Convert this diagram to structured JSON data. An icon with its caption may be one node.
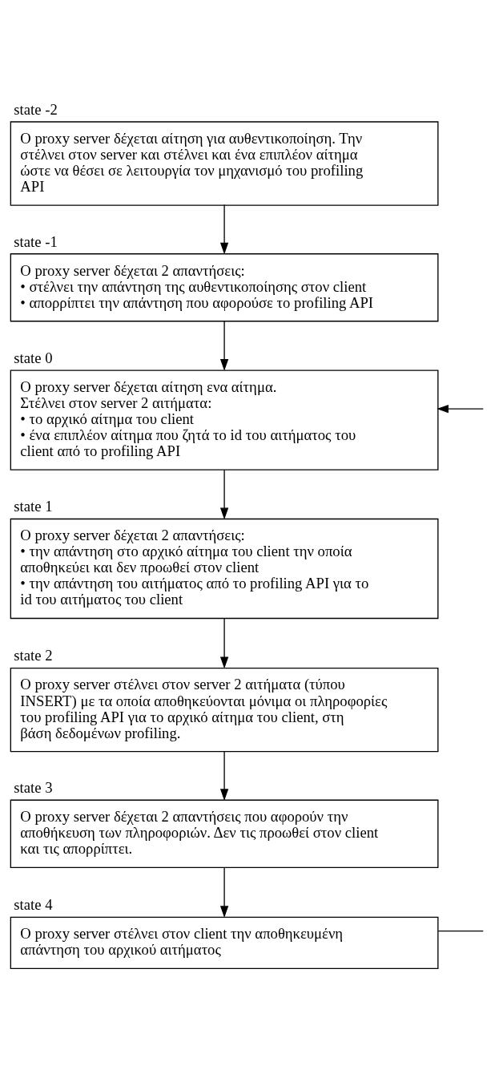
{
  "diagram": {
    "nodes": [
      {
        "text": [
          "state -2",
          "Ο proxy server δέχεται αίτηση για αυθεντικοποίηση. Την στέλνει στον server και στέλνει και ένα επιπλέον αίτημα ώστε να θέσει σε λειτουργία τον μηχανισμό του profiling API"
        ]
      },
      {
        "text": [
          "state -1",
          "Ο proxy server δέχεται 2 απαντήσεις:",
          "• στέλνει την απάντηση της αυθεντικοποίησης στον client",
          "• απορρίπτει την απάντηση που αφορούσε το profiling API"
        ]
      },
      {
        "text": [
          "state 0",
          "Ο proxy server δέχεται αίτηση ενα αίτημα.",
          "Στέλνει στον server 2 αιτήματα:",
          "• το αρχικό αίτημα του client",
          "• ένα επιπλέον αίτημα που ζητά το id του αιτήματος του client από το profiling API"
        ]
      },
      {
        "text": [
          "state 1",
          "Ο proxy server δέχεται 2 απαντήσεις:",
          "• την απάντηση στο αρχικό αίτημα του client την οποία αποθηκεύει και δεν προωθεί στον client",
          "• την απάντηση του αιτήματος από το profiling API για το id του αιτήματος του client"
        ]
      },
      {
        "text": [
          "state 2",
          "Ο proxy server στέλνει στον server 2 αιτήματα (τύπου INSERT) με τα οποία αποθηκεύονται μόνιμα οι πληροφορίες του profiling API για το αρχικό αίτημα του client, στη βάση δεδομένων profiling."
        ]
      },
      {
        "text": [
          "state 3",
          "Ο proxy server δέχεται 2 απαντήσεις που αφορούν την αποθήκευση των πληροφοριών. Δεν τις προωθεί στον client και τις απορρίπτει."
        ]
      },
      {
        "text": [
          "state 4",
          "Ο proxy server στέλνει στον client την αποθηκευμένη απάντηση του αρχικού αιτήματος"
        ]
      }
    ],
    "edges": [
      {
        "from": 0,
        "to": 1,
        "arrow": "to"
      },
      {
        "from": 1,
        "to": 2,
        "arrow": "to"
      },
      {
        "from": 2,
        "to": 3,
        "arrow": "to"
      },
      {
        "from": 3,
        "to": 4,
        "arrow": "to"
      },
      {
        "from": 4,
        "to": 5,
        "arrow": "to"
      },
      {
        "from": 5,
        "to": 6,
        "arrow": "to"
      },
      {
        "from": null,
        "to": 2,
        "arrow": "to"
      },
      {
        "from": 6,
        "to": null,
        "arrow": "none"
      }
    ]
  }
}
